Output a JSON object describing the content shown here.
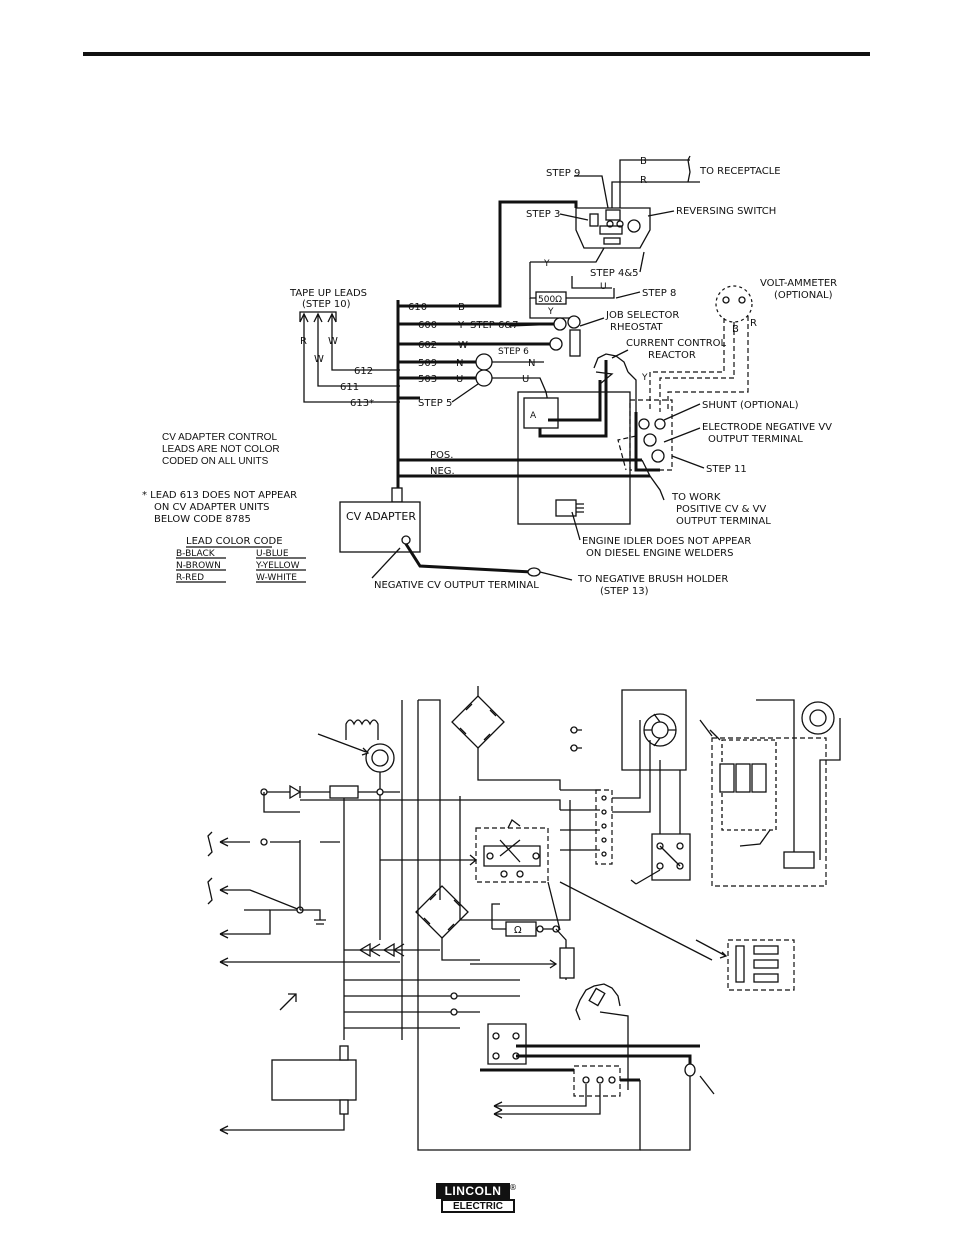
{
  "upper_diagram": {
    "step_9": "STEP 9",
    "step_3": "STEP 3",
    "step_4_5": "STEP 4&5",
    "step_8": "STEP 8",
    "step_6_7": "STEP 6&7",
    "step_6": "STEP 6",
    "step_5": "STEP 5",
    "step_11": "STEP 11",
    "receptacle_b": "B",
    "receptacle_r": "R",
    "to_receptacle": "TO RECEPTACLE",
    "reversing_switch": "REVERSING SWITCH",
    "resistor_500": "500Ω",
    "lead_y1": "Y",
    "lead_u": "U",
    "lead_y2": "Y",
    "job_selector_1": "JOB SELECTOR",
    "job_selector_2": "RHEOSTAT",
    "current_control_1": "CURRENT CONTROL",
    "current_control_2": "REACTOR",
    "volt_ammeter_1": "VOLT-AMMETER",
    "volt_ammeter_2": "(OPTIONAL)",
    "meter_b": "B",
    "meter_r": "R",
    "reactor_y": "Y",
    "tape_up_1": "TAPE UP LEADS",
    "tape_up_2": "(STEP 10)",
    "tape_r": "R",
    "tape_w1": "W",
    "tape_w2": "W",
    "lead_610": "610",
    "lead_600": "600",
    "lead_602": "602",
    "lead_509": "509",
    "lead_503": "503",
    "lead_612": "612",
    "lead_611": "611",
    "lead_613": "613*",
    "code_610": "B",
    "code_600": "Y",
    "code_602": "W",
    "code_509": "N",
    "code_503": "U",
    "wire_n": "N",
    "wire_u": "U",
    "shunt": "SHUNT (OPTIONAL)",
    "electrode_neg_1": "ELECTRODE NEGATIVE VV",
    "electrode_neg_2": "OUTPUT TERMINAL",
    "pos": "POS.",
    "neg": "NEG.",
    "to_work_1": "TO WORK",
    "to_work_2": "POSITIVE CV & VV",
    "to_work_3": "OUTPUT TERMINAL",
    "cv_note_1": "CV ADAPTER CONTROL",
    "cv_note_2": "LEADS ARE NOT COLOR",
    "cv_note_3": "CODED ON ALL UNITS",
    "lead613_note_1": "* LEAD 613 DOES NOT APPEAR",
    "lead613_note_2": "ON CV ADAPTER UNITS",
    "lead613_note_3": "BELOW CODE 8785",
    "cv_adapter": "CV ADAPTER",
    "engine_idler_1": "ENGINE IDLER DOES NOT APPEAR",
    "engine_idler_2": "ON DIESEL ENGINE WELDERS",
    "lead_color_code": "LEAD COLOR CODE",
    "color_codes": [
      "B-BLACK",
      "U-BLUE",
      "N-BROWN",
      "Y-YELLOW",
      "R-RED",
      "W-WHITE"
    ],
    "neg_cv_terminal": "NEGATIVE CV OUTPUT TERMINAL",
    "to_neg_brush_1": "TO NEGATIVE BRUSH HOLDER",
    "to_neg_brush_2": "(STEP 13)",
    "resistor_a": "A"
  },
  "lower_diagram": {
    "ohm": "Ω"
  },
  "footer": {
    "logo_top": "LINCOLN",
    "logo_bottom": "ELECTRIC",
    "logo_reg": "®"
  }
}
